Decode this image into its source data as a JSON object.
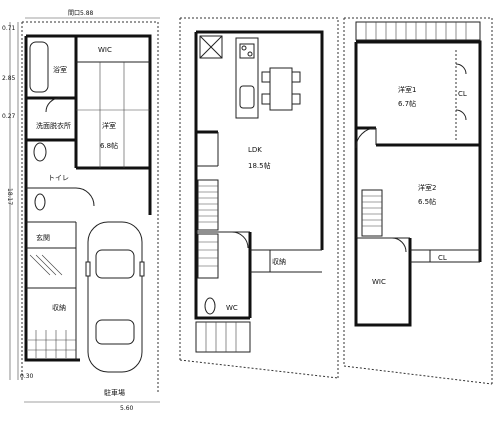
{
  "floor1": {
    "top_dim": "間口5.88",
    "left_dim_top": "0.71",
    "left_dim_mid": "2.85",
    "left_dim_low": "0.27",
    "left_dim_side": "18.17",
    "bottom_left_dim": "0.30",
    "bottom_dim": "5.60",
    "bath": "浴室",
    "closet_top": "WIC",
    "washroom": "洗面脱衣所",
    "room": "洋室",
    "room_size": "6.8帖",
    "toilet": "トイレ",
    "entrance": "玄関",
    "storage": "収納",
    "parking": "駐車場"
  },
  "floor2": {
    "ldk": "LDK",
    "ldk_size": "18.5帖",
    "closet": "収納",
    "toilet": "WC"
  },
  "floor3": {
    "room1": "洋室1",
    "room1_size": "6.7帖",
    "room2": "洋室2",
    "room2_size": "6.5帖",
    "closet1": "CL",
    "closet2": "CL",
    "wic": "WIC"
  }
}
